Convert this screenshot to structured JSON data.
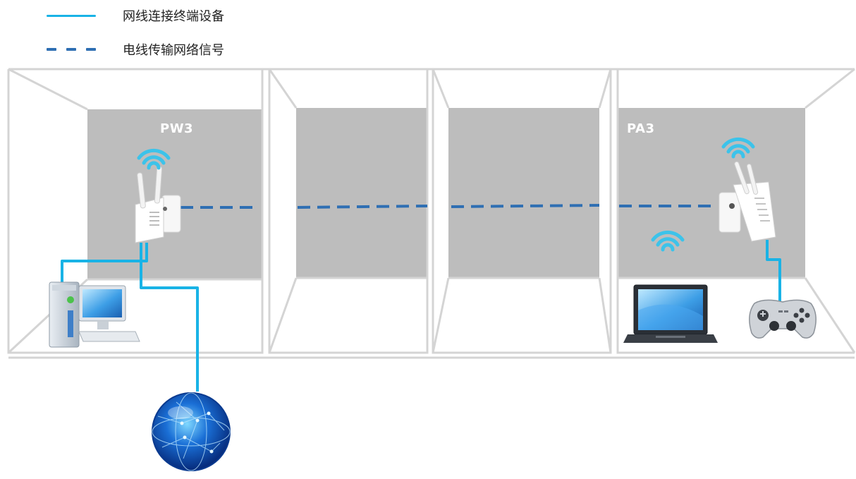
{
  "legend": {
    "ethernet_label": "网线连接终端设备",
    "powerline_label": "电线传输网络信号"
  },
  "devices": {
    "left_adapter_label": "PW3",
    "right_adapter_label": "PA3"
  },
  "colors": {
    "ethernet": "#19b3e6",
    "powerline": "#2f6fb3",
    "wall": "#bdbdbd",
    "wifi": "#3cc3ea"
  }
}
